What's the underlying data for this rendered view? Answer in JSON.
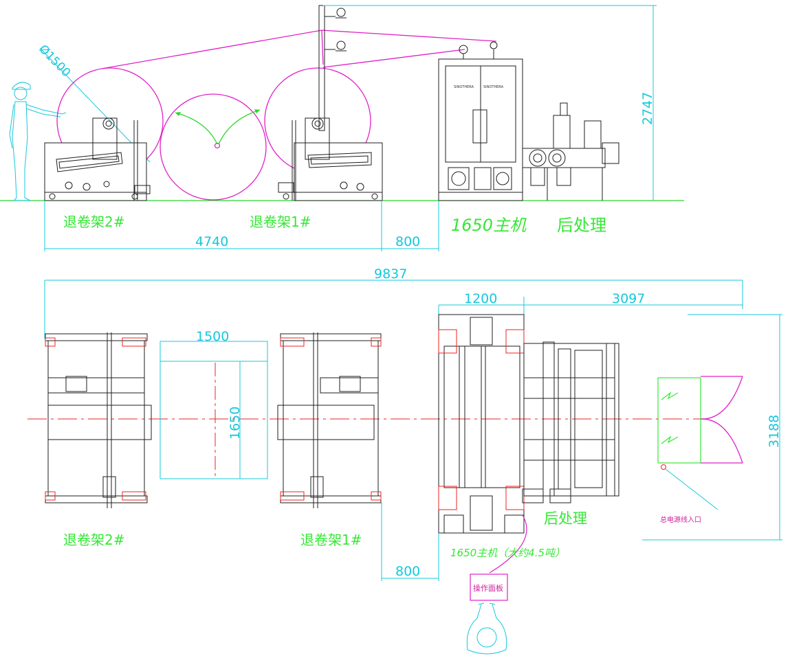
{
  "side_view": {
    "unwinder2_label": "退卷架2#",
    "unwinder1_label": "退卷架1#",
    "main_machine_label": "1650主机",
    "post_process_label": "后处理",
    "diameter_label": "Ø1500",
    "height_dim": "2747",
    "width_dim_4740": "4740",
    "gap_dim_800": "800",
    "brand_text_a": "SINOTHERA",
    "brand_text_b": "SINOTHERA"
  },
  "plan_view": {
    "total_width_dim": "9837",
    "main_width_dim": "1200",
    "post_width_dim": "3097",
    "roll_width_dim": "1500",
    "roll_length_dim": "1650",
    "depth_dim": "3188",
    "gap_dim_800": "800",
    "unwinder2_label": "退卷架2#",
    "unwinder1_label": "退卷架1#",
    "post_process_label": "后处理",
    "main_machine_label": "1650主机（大约4.5吨）",
    "power_inlet_label": "总电源线入口",
    "control_panel_label": "操作面板"
  },
  "colors": {
    "dimension": "#14c8dc",
    "label": "#35e835",
    "web_path": "#e020c8",
    "centerline": "#ee2222",
    "machine": "#1c1c1c"
  }
}
